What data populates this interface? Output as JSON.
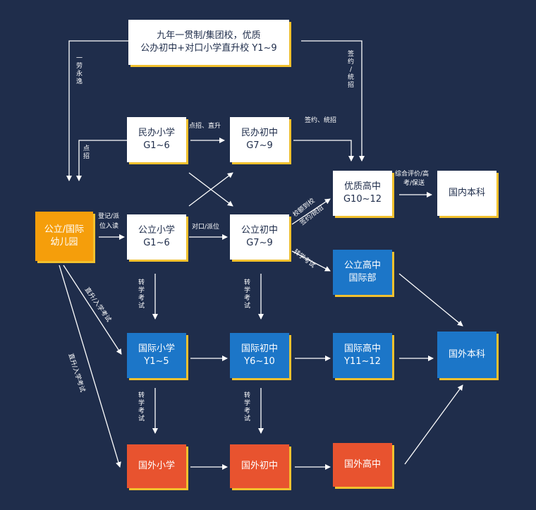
{
  "nodes": {
    "top": {
      "line1": "九年一贯制/集团校，优质",
      "line2": "公办初中+对口小学直升校  Y1~9"
    },
    "min_primary": {
      "line1": "民办小学",
      "line2": "G1~6"
    },
    "min_middle": {
      "line1": "民办初中",
      "line2": "G7~9"
    },
    "quality_high": {
      "line1": "优质高中",
      "line2": "G10~12"
    },
    "domestic_univ": {
      "line1": "国内本科"
    },
    "kindergarten": {
      "line1": "公立/国际",
      "line2": "幼儿园"
    },
    "pub_primary": {
      "line1": "公立小学",
      "line2": "G1~6"
    },
    "pub_middle": {
      "line1": "公立初中",
      "line2": "G7~9"
    },
    "pub_high_intl": {
      "line1": "公立高中",
      "line2": "国际部"
    },
    "intl_primary": {
      "line1": "国际小学",
      "line2": "Y1~5"
    },
    "intl_middle": {
      "line1": "国际初中",
      "line2": "Y6~10"
    },
    "intl_high": {
      "line1": "国际高中",
      "line2": "Y11~12"
    },
    "foreign_univ": {
      "line1": "国外本科"
    },
    "for_primary": {
      "line1": "国外小学"
    },
    "for_middle": {
      "line1": "国外初中"
    },
    "for_high": {
      "line1": "国外高中"
    }
  },
  "labels": {
    "lottery": "一 劳 永 逸",
    "dianzhao": "点 招",
    "dianzhao_zhisheng": "点招、直升",
    "qianyue_tongzhao_v": "签 约 / 统 招",
    "qianyue_tongzhao_h": "签约、统招",
    "zonghe": "综合评价/高",
    "kao_baosong": "考/保送",
    "dengji": "登记/派",
    "weiru": "位入读",
    "duikou": "对口/派位",
    "xiaoben": "校额到校",
    "qianyue2": "签约/统招",
    "zhuanxue_diag": "转学考试",
    "zhuanxue_v": "转 学 考 试",
    "zhisheng_ruxue": "直升/入学考试"
  },
  "colors": {
    "background": "#1f2d4b",
    "white_node": "#ffffff",
    "blue_node": "#1c76c8",
    "red_node": "#e8532f",
    "orange_node": "#f59e0b",
    "accent_shadow": "#f2c12e"
  }
}
